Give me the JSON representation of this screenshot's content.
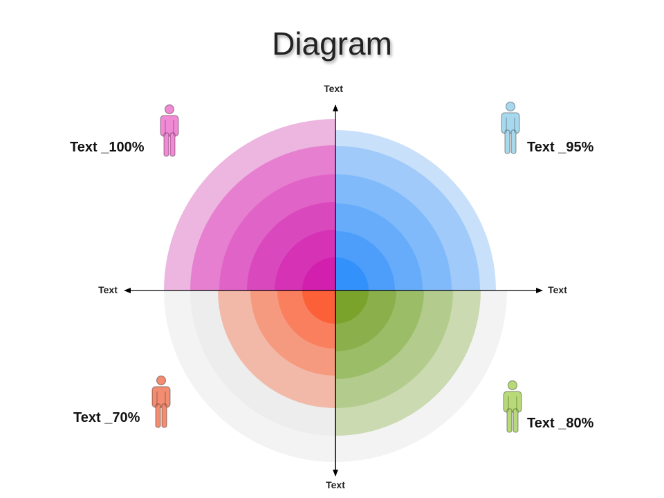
{
  "title": "Diagram",
  "axis_labels": {
    "top": "Text",
    "bottom": "Text",
    "left": "Text",
    "right": "Text"
  },
  "quadrants": [
    {
      "id": "top-left",
      "label": "Text _100%",
      "value": 100,
      "colors": [
        "#edb6e0",
        "#e67fcf",
        "#e063c7",
        "#da48be",
        "#d532b6",
        "#d21fae"
      ],
      "figure_color": "#f08ad4"
    },
    {
      "id": "top-right",
      "label": "Text _95%",
      "value": 95,
      "colors": [
        "#c9e0fb",
        "#9fcaf9",
        "#80bafa",
        "#66acfa",
        "#4d9efa",
        "#3391fb"
      ],
      "figure_color": "#a8d8ee"
    },
    {
      "id": "bottom-left",
      "label": "Text _70%",
      "value": 70,
      "colors": [
        "#f3f3f3",
        "#ededed",
        "#f2b9a8",
        "#f59a7e",
        "#f97f5e",
        "#fc6038"
      ],
      "figure_color": "#f28d72"
    },
    {
      "id": "bottom-right",
      "label": "Text _80%",
      "value": 80,
      "colors": [
        "#f3f3f3",
        "#cbdab0",
        "#b3cb8c",
        "#9cbd68",
        "#8aaf4b",
        "#7aa32c"
      ],
      "figure_color": "#b7d977"
    }
  ],
  "axis_color": "#000000"
}
